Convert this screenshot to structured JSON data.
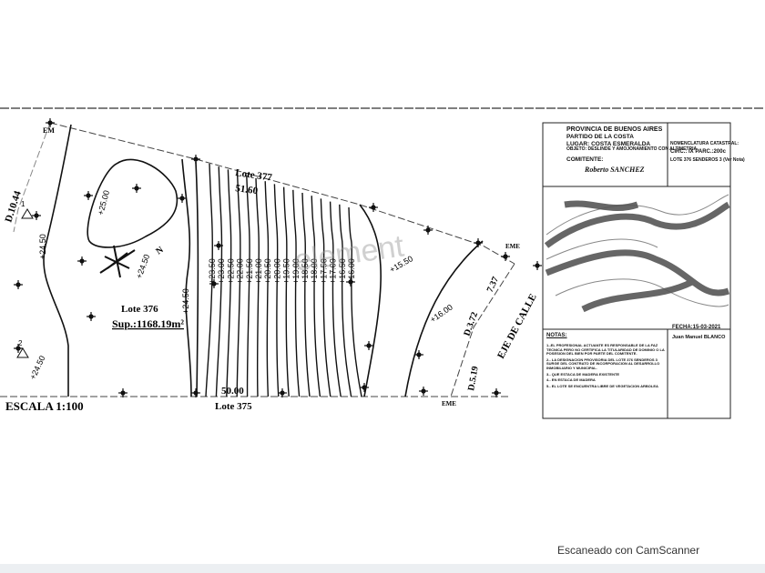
{
  "plan": {
    "lots": {
      "north": "Lote 377",
      "center": "Lote 376",
      "south": "Lote 375"
    },
    "area": "Sup.:1168.19m²",
    "dim_north": "51.60",
    "dim_south": "50.00",
    "scale": "ESCALA 1:100",
    "corners": {
      "nw": "EM",
      "ne": "EME",
      "se": "EME"
    },
    "side_dims": {
      "west": "D.10.44",
      "east_1": "D.5.19",
      "east_2": "D.3.72",
      "east_3": "7.37"
    },
    "street_axis": "EJE DE CALLE",
    "north_arrow": "N",
    "contours_left": [
      "+24.50",
      "+25.00",
      "+24.50",
      "+24.50"
    ],
    "contours_center": [
      "+23.50",
      "+23.00",
      "+22.50",
      "+22.00",
      "+21.50",
      "+21.00",
      "+20.50",
      "+20.00",
      "+19.50",
      "+19.00",
      "+18.50",
      "+18.00",
      "+17.50",
      "+17.00",
      "+16.50",
      "+16.00"
    ],
    "contours_right": [
      "+15.50",
      "+16.00"
    ],
    "benchmarks": [
      "1",
      "2"
    ],
    "watermark": "element"
  },
  "title_block": {
    "province": "PROVINCIA DE BUENOS AIRES",
    "partido": "PARTIDO DE LA COSTA",
    "lugar": "LUGAR: COSTA ESMERALDA",
    "objeto": "OBJETO: DESLINDE Y AMOJONAMIENTO CON ALTIMETRIA",
    "comitente_label": "COMITENTE:",
    "comitente": "Roberto SANCHEZ",
    "nomenclatura": "NOMENCLATURA CATASTRAL:",
    "circ": "CIRC.: IX   PARC.:200c",
    "lote": "LOTE 376 SENDEROS 3 (Ver Nota)",
    "fecha": "FECHA:15-03-2021",
    "profesional": "Juan Manuel BLANCO",
    "notas_label": "NOTAS:",
    "notas": [
      "1.-EL PROFESIONAL ACTUANTE ES RESPONSABLE DE LA FAZ TECNICA PERO NO CERTIFICA LA TITULARIDAD DE DOMINIO O LA POSESION DEL BIEN POR PARTE DEL COMITENTE.",
      "2.- LA DESIGNACION PROVISORIA DEL LOTE 376 SENDEROS 3 SURGE DEL CONTRATO DE INCORPORACION AL DESARROLLO INMOBILIARIO Y MUNICIPAL.",
      "3.- QUE ESTACA DE MADERA EXISTENTE",
      "4.- EN ESTACA DE MADERA",
      "5.- EL LOTE SE ENCUENTRA LIBRE DE VEGETACION ARBOLEA"
    ]
  },
  "footer": "Escaneado con CamScanner"
}
